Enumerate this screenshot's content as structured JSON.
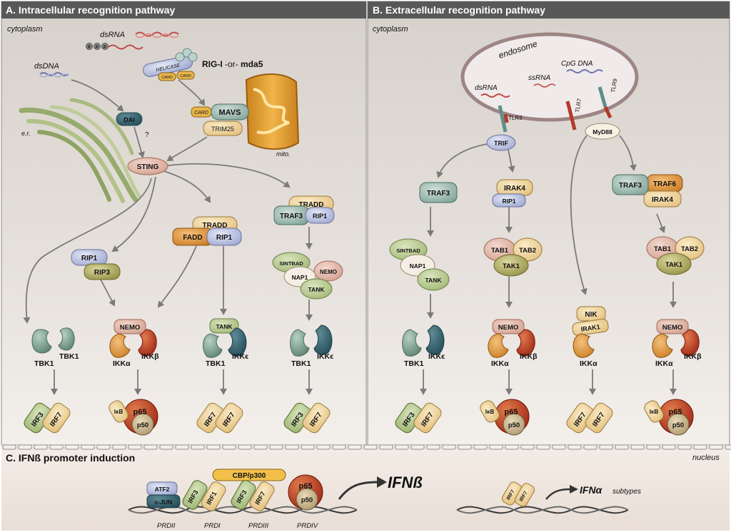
{
  "headers": {
    "panel_a": "A. Intracellular recognition pathway",
    "panel_b": "B. Extracellular recognition pathway",
    "panel_c": "C. IFNß promoter induction"
  },
  "compartments": {
    "cytoplasm_a": "cytoplasm",
    "cytoplasm_b": "cytoplasm",
    "nucleus": "nucleus",
    "endosome": "endosome",
    "er": "e.r.",
    "mito": "mito."
  },
  "ligands": {
    "dsrna": "dsRNA",
    "ppp": [
      "P",
      "P",
      "P"
    ],
    "dsdna": "dsDNA",
    "dsrna_endo": "dsRNA",
    "ssrna": "ssRNA",
    "cpg": "CpG DNA"
  },
  "receptors": {
    "helicase": "HELICASE",
    "card1": "CARD",
    "card2": "CARD",
    "rigi": "RIG-I",
    "or": " -or- ",
    "mda5": "mda5",
    "dai": "DAI",
    "question": "?",
    "card_mavs": "CARD",
    "mavs": "MAVS",
    "trim25": "TRIM25",
    "sting": "STING",
    "tlr3": "TLR3",
    "tlr7": "TLR7",
    "tlr9": "TLR9",
    "trif": "TRIF",
    "myd88": "MyD88"
  },
  "adaptors": {
    "rip1_a": "RIP1",
    "rip3": "RIP3",
    "tradd_a": "TRADD",
    "fadd": "FADD",
    "rip1_b": "RIP1",
    "tradd_b": "TRADD",
    "traf3_a": "TRAF3",
    "rip1_c": "RIP1",
    "sintbad_a": "SINTBAD",
    "nemo_a": "NEMO",
    "nap1_a": "NAP1",
    "tank_a": "TANK",
    "traf3_b": "TRAF3",
    "irak4_a": "IRAK4",
    "rip1_d": "RIP1",
    "sintbad_b": "SINTBAD",
    "nap1_b": "NAP1",
    "tank_b": "TANK",
    "tab1_a": "TAB1",
    "tab2_a": "TAB2",
    "tak1_a": "TAK1",
    "traf3_c": "TRAF3",
    "traf6": "TRAF6",
    "irak4_b": "IRAK4",
    "tab1_b": "TAB1",
    "tab2_b": "TAB2",
    "tak1_b": "TAK1"
  },
  "kinases": {
    "tbk1_1a": "TBK1",
    "tbk1_1b": "TBK1",
    "nemo_2": "NEMO",
    "ikka_2": "IKKα",
    "ikkb_2": "IKKβ",
    "tank_3": "TANK",
    "tbk1_3": "TBK1",
    "ikke_3": "IKKϵ",
    "tbk1_4": "TBK1",
    "ikke_4": "IKKϵ",
    "tbk1_5": "TBK1",
    "ikke_5": "IKKϵ",
    "nemo_6": "NEMO",
    "ikka_6": "IKKα",
    "ikkb_6": "IKKβ",
    "nik_7": "NIK",
    "irak1_7": "IRAK1",
    "ikka_7": "IKKα",
    "nemo_8": "NEMO",
    "ikka_8": "IKKα",
    "ikkb_8": "IKKβ"
  },
  "tfs": {
    "irf3": "IRF3",
    "irf7": "IRF7",
    "ikb": "IκB",
    "p65": "p65",
    "p50": "p50"
  },
  "promoter": {
    "atf2": "ATF2",
    "cjun": "c-JUN",
    "cbp": "CBP/p300",
    "irf3_1": "IRF3",
    "irf1_1": "IRF1",
    "irf3_2": "IRF3",
    "irf7_2": "IRF7",
    "p65": "p65",
    "p50": "p50",
    "ifnb": "IFNß",
    "irf7_a": "IRF7",
    "irf7_b": "IRF7",
    "ifna": "IFNα",
    "ifna_sub": "subtypes",
    "prdii": "PRDII",
    "prdi": "PRDI",
    "prdiii": "PRDIII",
    "prdiv": "PRDIV"
  },
  "colors": {
    "header_bg": "#5a5a5a",
    "panel_bg": "#ddd8d3",
    "nucleus_bg": "#efe7e0",
    "green": "#6f9a3a",
    "tan": "#f0d39c",
    "red": "#b8301e",
    "teal": "#5f8f82",
    "purple": "#8a8bb8"
  }
}
